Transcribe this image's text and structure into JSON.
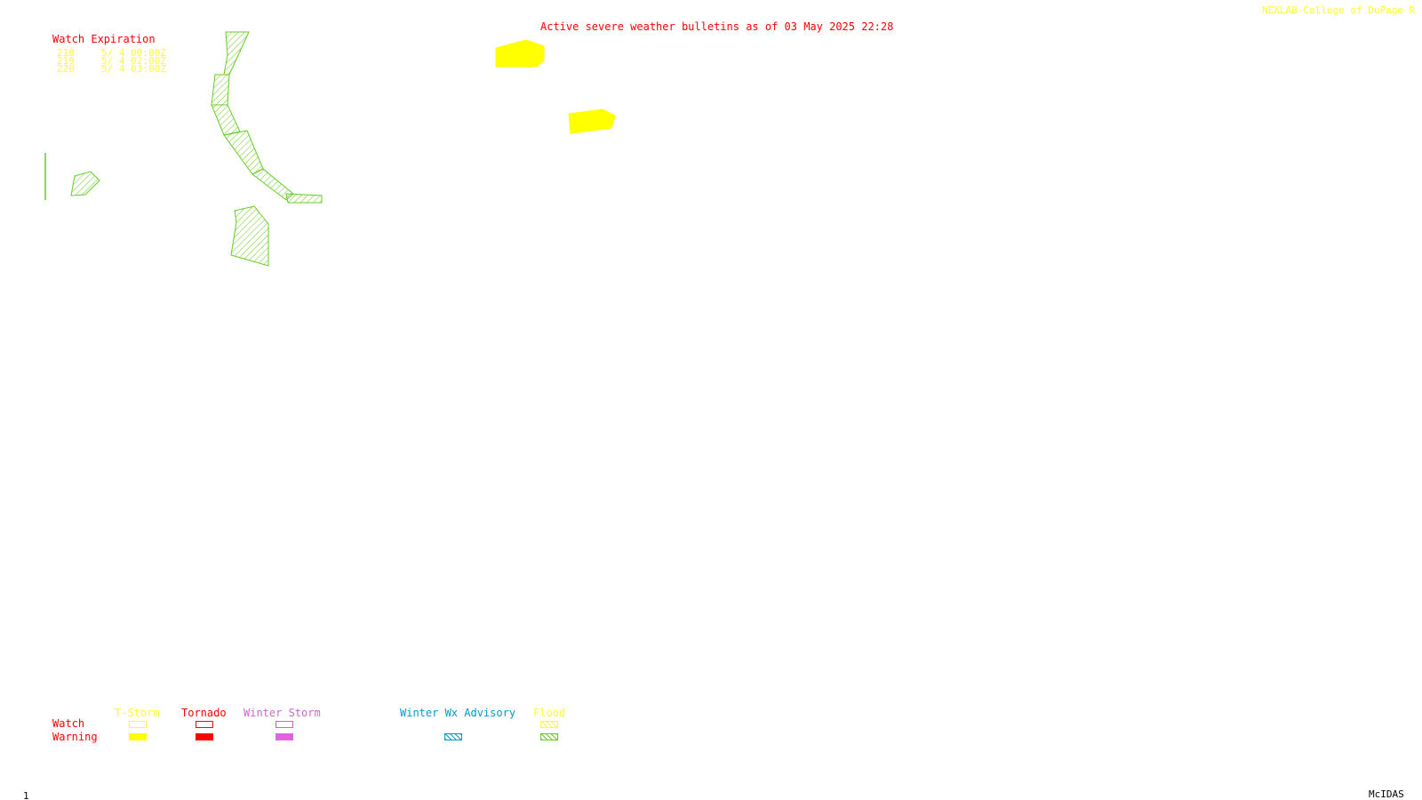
{
  "header": {
    "title": "Active severe weather bulletins as of 03 May 2025 22:28",
    "credit": "NEXLAB-College of DuPage R"
  },
  "watch_expiration": {
    "heading": "Watch Expiration",
    "rows": [
      {
        "number": "218",
        "expires": "5/ 4 00:00Z"
      },
      {
        "number": "219",
        "expires": "5/ 4 02:00Z"
      },
      {
        "number": "220",
        "expires": "5/ 4 03:00Z"
      }
    ]
  },
  "legend": {
    "row_labels": {
      "watch": "Watch",
      "warning": "Warning"
    },
    "categories": [
      {
        "name": "T-Storm",
        "color": "#ffff33"
      },
      {
        "name": "Tornado",
        "color": "#ff0000"
      },
      {
        "name": "Winter Storm",
        "color": "#cc66cc"
      },
      {
        "name": "Winter Wx Advisory",
        "color": "#0099cc"
      },
      {
        "name": "Flood",
        "color": "#ffff33",
        "warning_color": "#66cc22"
      }
    ]
  },
  "map_layers": {
    "thunderstorm_warning_color": "#ffff00",
    "flood_warning_color": "#66cc22"
  },
  "footer": {
    "frame_number": "1",
    "software": "McIDAS"
  }
}
